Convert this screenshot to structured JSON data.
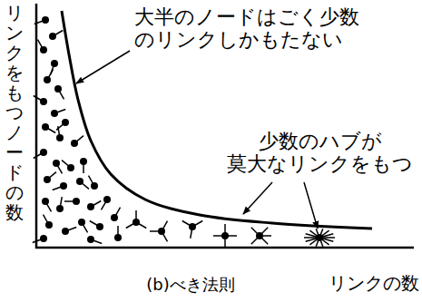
{
  "diagram": {
    "caption": "(b)べき法則",
    "labels": [
      "大半のノードはごく少数 のリンクしかもたない",
      "少数のハブが 莫大なリンクをもつ",
      "リンクをもつノードの数",
      "リンクの数"
    ]
  }
}
